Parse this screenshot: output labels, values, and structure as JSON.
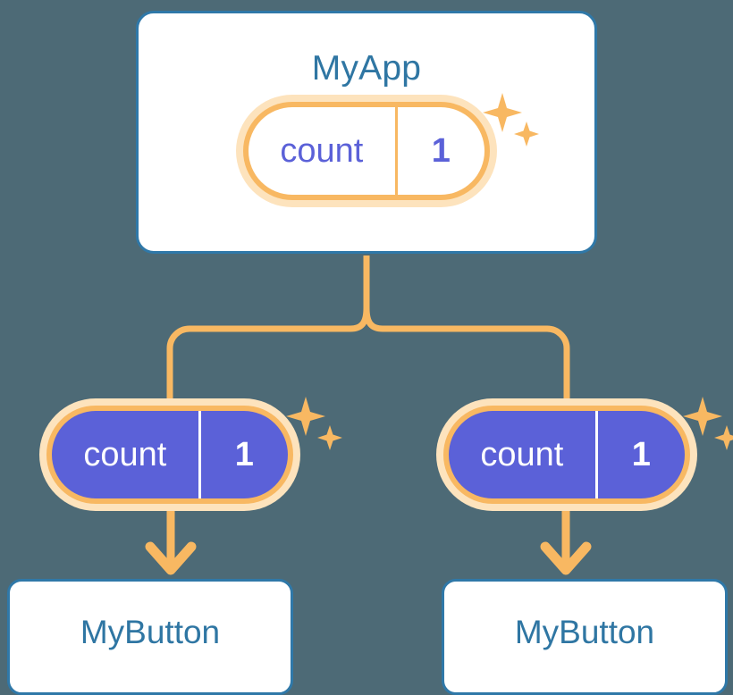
{
  "background_color": "#4d6a76",
  "palette": {
    "card_border": "#2f78a8",
    "card_title": "#2f76a3",
    "card_fill": "#ffffff",
    "state_accent": "#5b61d8",
    "ring_orange": "#f8b862",
    "halo_orange": "#fde3bd",
    "connector_orange": "#f8b862"
  },
  "nodes": {
    "root": {
      "title": "MyApp",
      "state_pill": {
        "key": "count",
        "value": "1",
        "style": "light"
      },
      "sparkle_decoration": true
    },
    "children": [
      {
        "id": "left",
        "state_pill": {
          "key": "count",
          "value": "1",
          "style": "solid"
        },
        "sparkle_decoration": true,
        "title": "MyButton"
      },
      {
        "id": "right",
        "state_pill": {
          "key": "count",
          "value": "1",
          "style": "solid"
        },
        "sparkle_decoration": true,
        "title": "MyButton"
      }
    ]
  },
  "connectors": {
    "fork": {
      "description": "orange tree connector from MyApp down, splitting left and right",
      "stroke": "#f8b862",
      "stroke_width": 7
    },
    "arrows": [
      {
        "from": "left-state-pill",
        "to": "left-mybutton",
        "direction": "down"
      },
      {
        "from": "right-state-pill",
        "to": "right-mybutton",
        "direction": "down"
      }
    ]
  }
}
